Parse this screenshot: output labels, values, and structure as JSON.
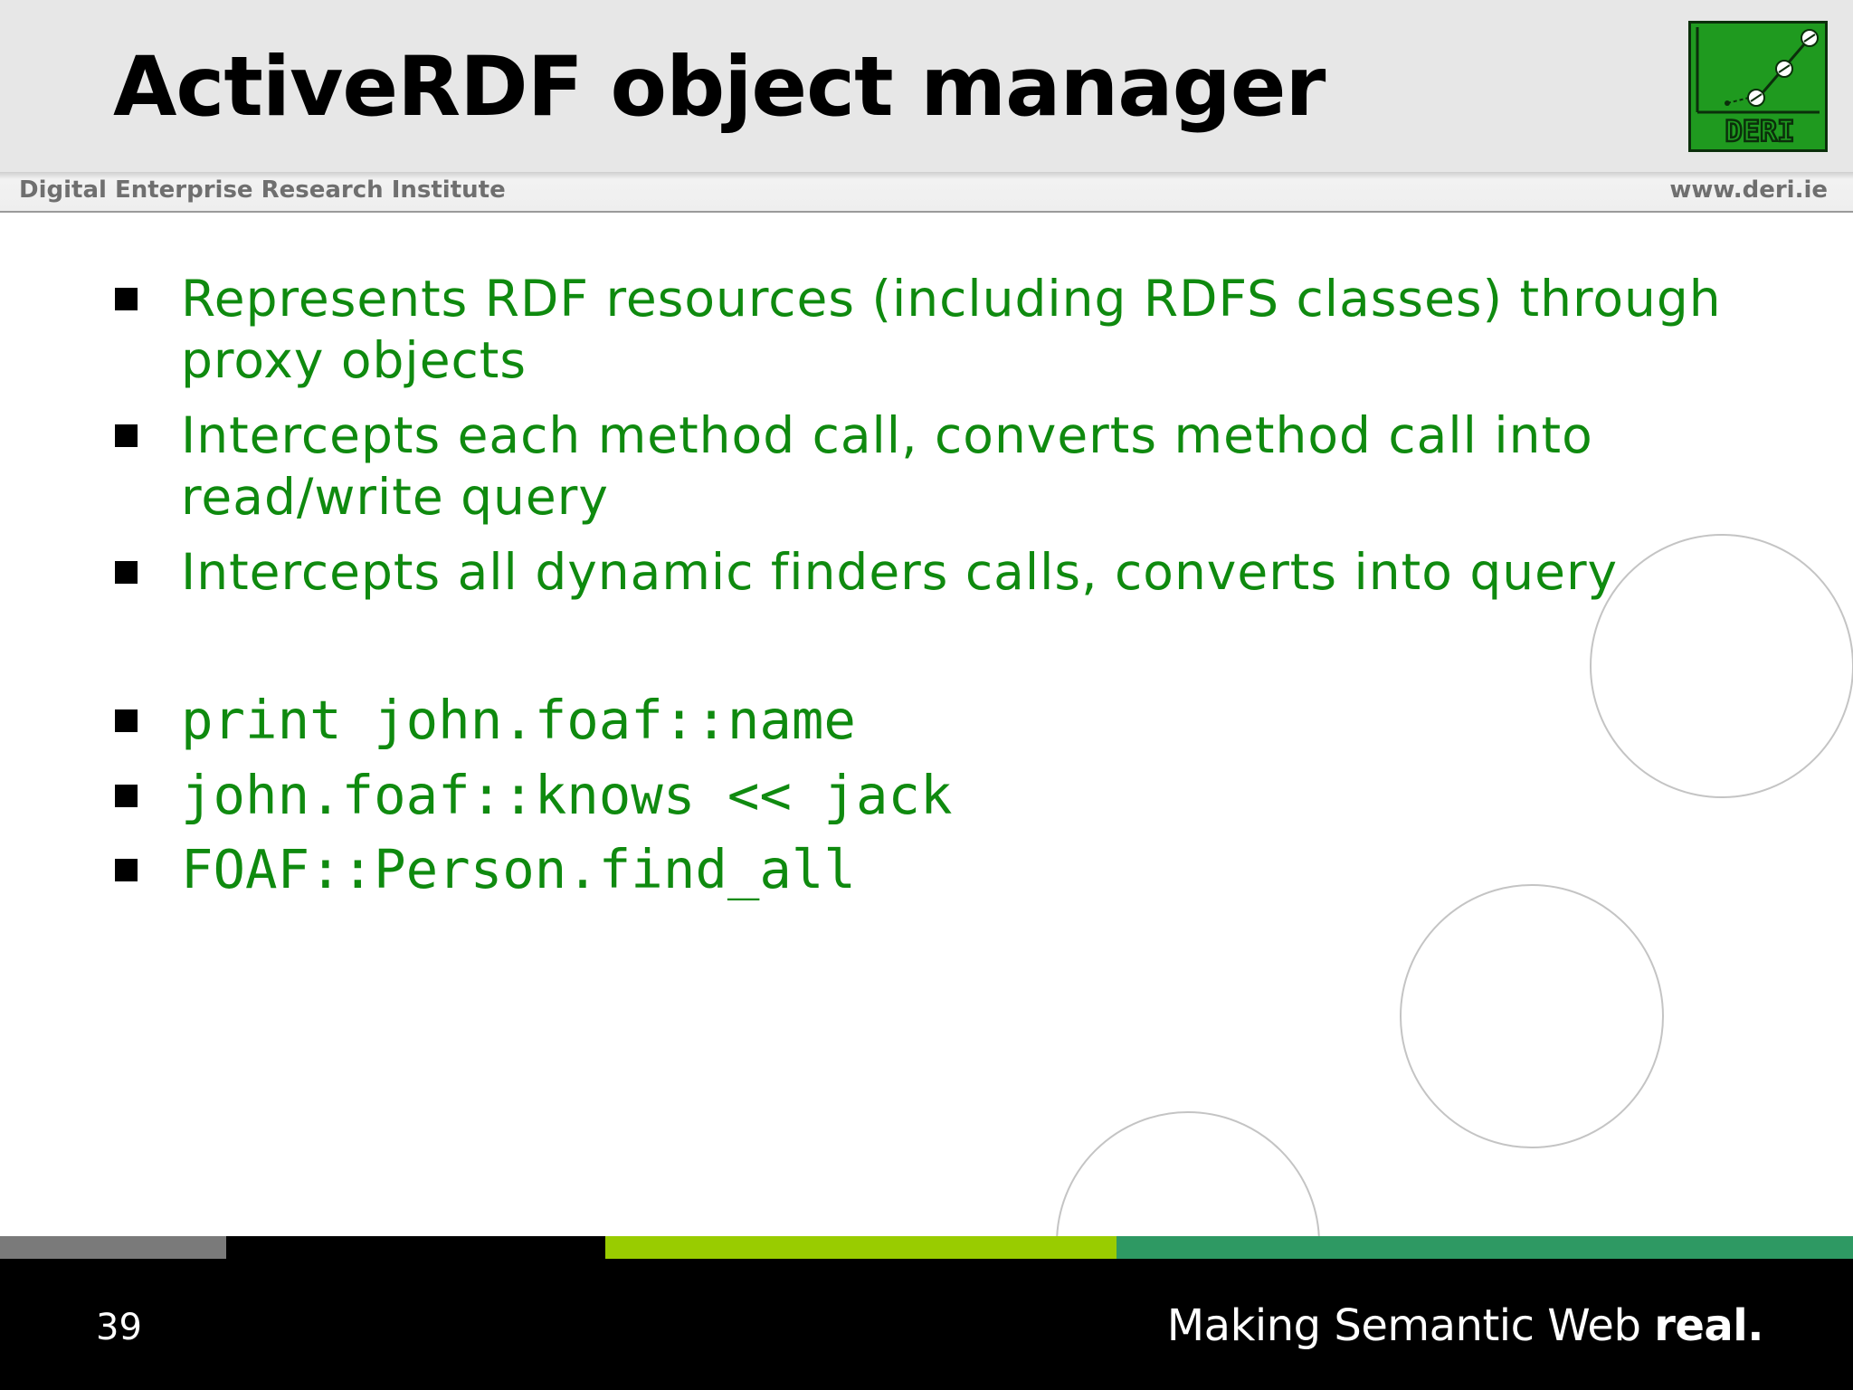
{
  "slide": {
    "title": "ActiveRDF object manager",
    "institute": "Digital Enterprise Research Institute",
    "website": "www.deri.ie",
    "logo_text": "DERI",
    "bullets": [
      {
        "lines": [
          "Represents RDF resources (including RDFS classes) through",
          "proxy objects"
        ],
        "style": "text"
      },
      {
        "lines": [
          "Intercepts each method call, converts method call into",
          "read/write query"
        ],
        "style": "text"
      },
      {
        "lines": [
          "Intercepts all dynamic finders calls, converts into query"
        ],
        "style": "text"
      },
      {
        "lines": [
          "print john.foaf::name"
        ],
        "style": "code"
      },
      {
        "lines": [
          "john.foaf::knows << jack"
        ],
        "style": "code"
      },
      {
        "lines": [
          "FOAF::Person.find_all"
        ],
        "style": "code"
      }
    ],
    "page_number": "39",
    "slogan_light": "Making Semantic Web ",
    "slogan_bold": "real."
  },
  "colors": {
    "bullet_text": "#0f8a0f",
    "header_bg": "#e7e7e7",
    "logo_green": "#1f9a1f",
    "bar_gray": "#7a7a7a",
    "bar_lime": "#99cc00",
    "bar_teal": "#2e9963",
    "footer_bg": "#000000"
  }
}
